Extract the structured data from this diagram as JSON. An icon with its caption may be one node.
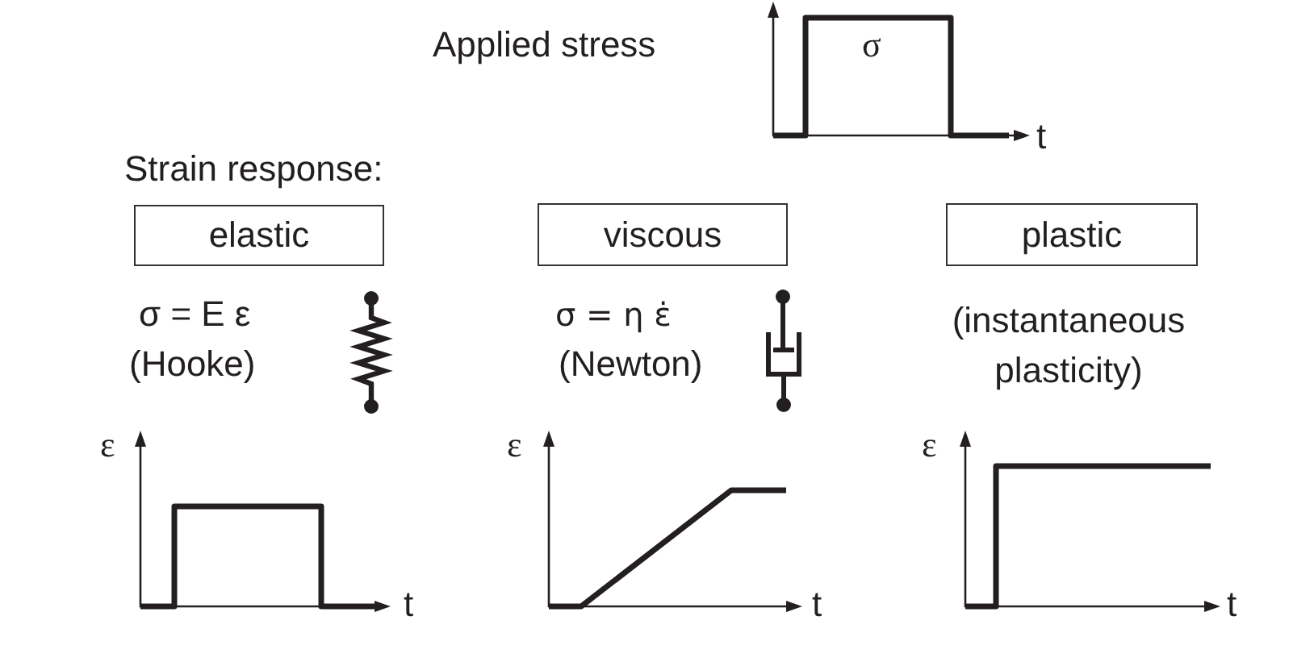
{
  "diagram": {
    "nodes": [
      {
        "text": [
          "elastic"
        ]
      },
      {
        "text": [
          "viscous"
        ]
      },
      {
        "text": [
          "plastic"
        ]
      }
    ],
    "labels": [
      "Applied stress",
      "σ",
      "t",
      "Strain response:",
      "σ = E ε",
      "(Hooke)",
      "σ = η ε̇",
      "(Newton)",
      "(instantaneous plasticity)",
      "ε",
      "t",
      "ε",
      "t",
      "ε",
      "t"
    ]
  }
}
